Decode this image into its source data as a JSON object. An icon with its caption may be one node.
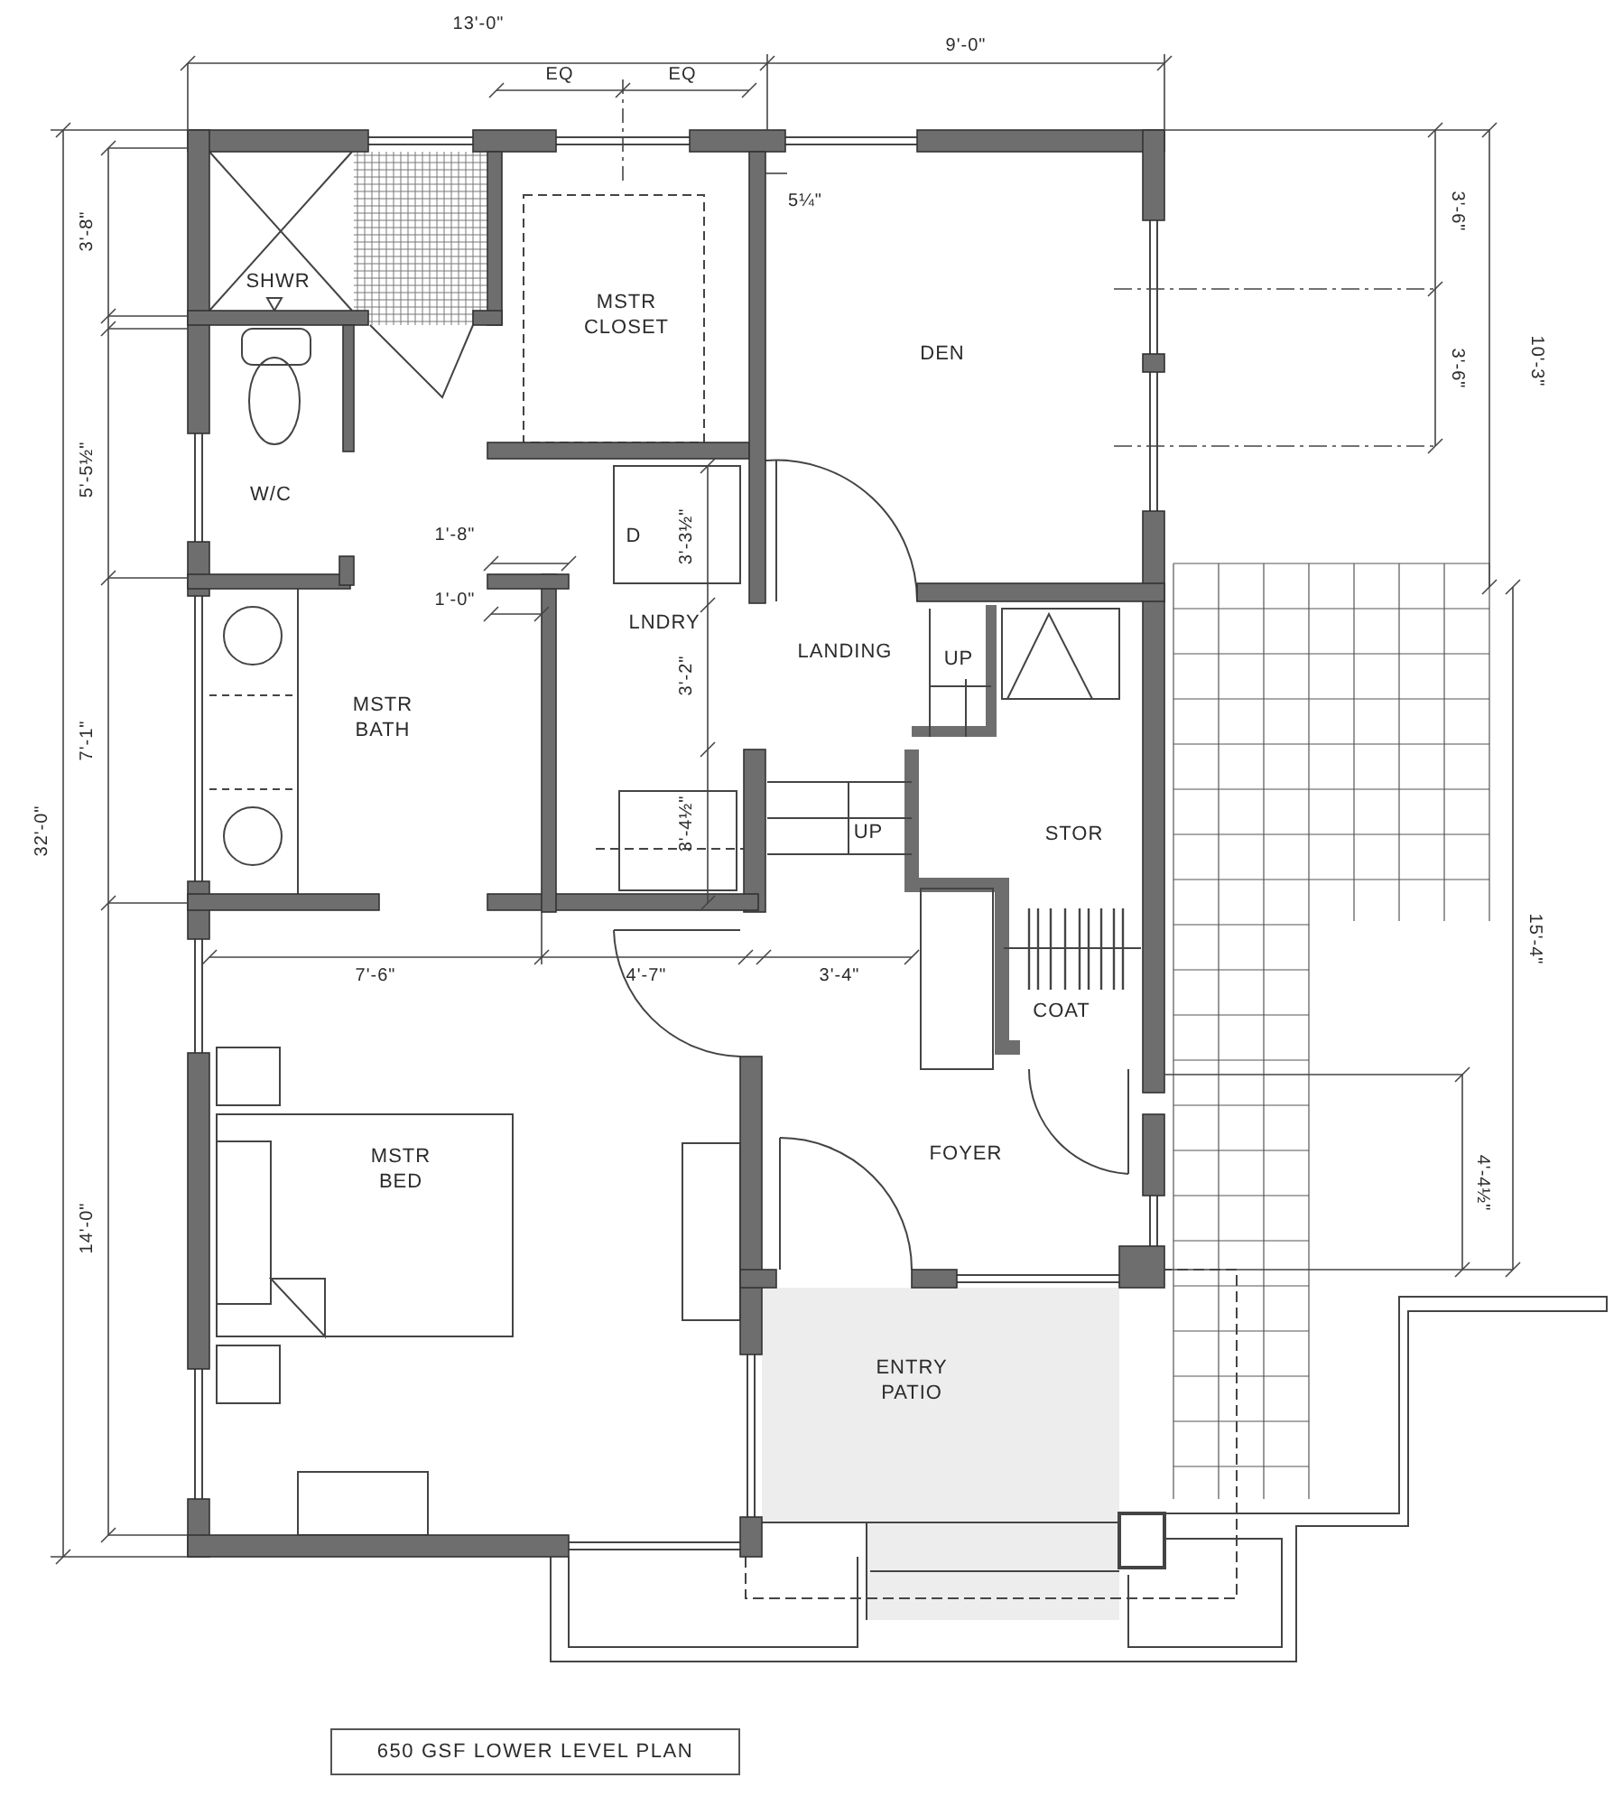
{
  "diagram": {
    "caption": "650 GSF LOWER LEVEL PLAN",
    "labels": [
      "13'-0\"",
      "EQ",
      "EQ",
      "9'-0\"",
      "5¼\"",
      "SHWR",
      "MSTR CLOSET",
      "DEN",
      "3'-8\"",
      "3'-6\"",
      "3'-6\"",
      "10'-3\"",
      "5'-5½\"",
      "W/C",
      "1'-8\"",
      "D",
      "3'-3½\"",
      "1'-0\"",
      "LNDRY",
      "LANDING",
      "UP",
      "3'-2\"",
      "MSTR BATH",
      "7'-1\"",
      "32'-0\"",
      "3'-4½\"",
      "UP",
      "STOR",
      "7'-6\"",
      "4'-7\"",
      "3'-4\"",
      "COAT",
      "15'-4\"",
      "14'-0\"",
      "MSTR BED",
      "FOYER",
      "4'-4½\"",
      "ENTRY PATIO"
    ]
  }
}
